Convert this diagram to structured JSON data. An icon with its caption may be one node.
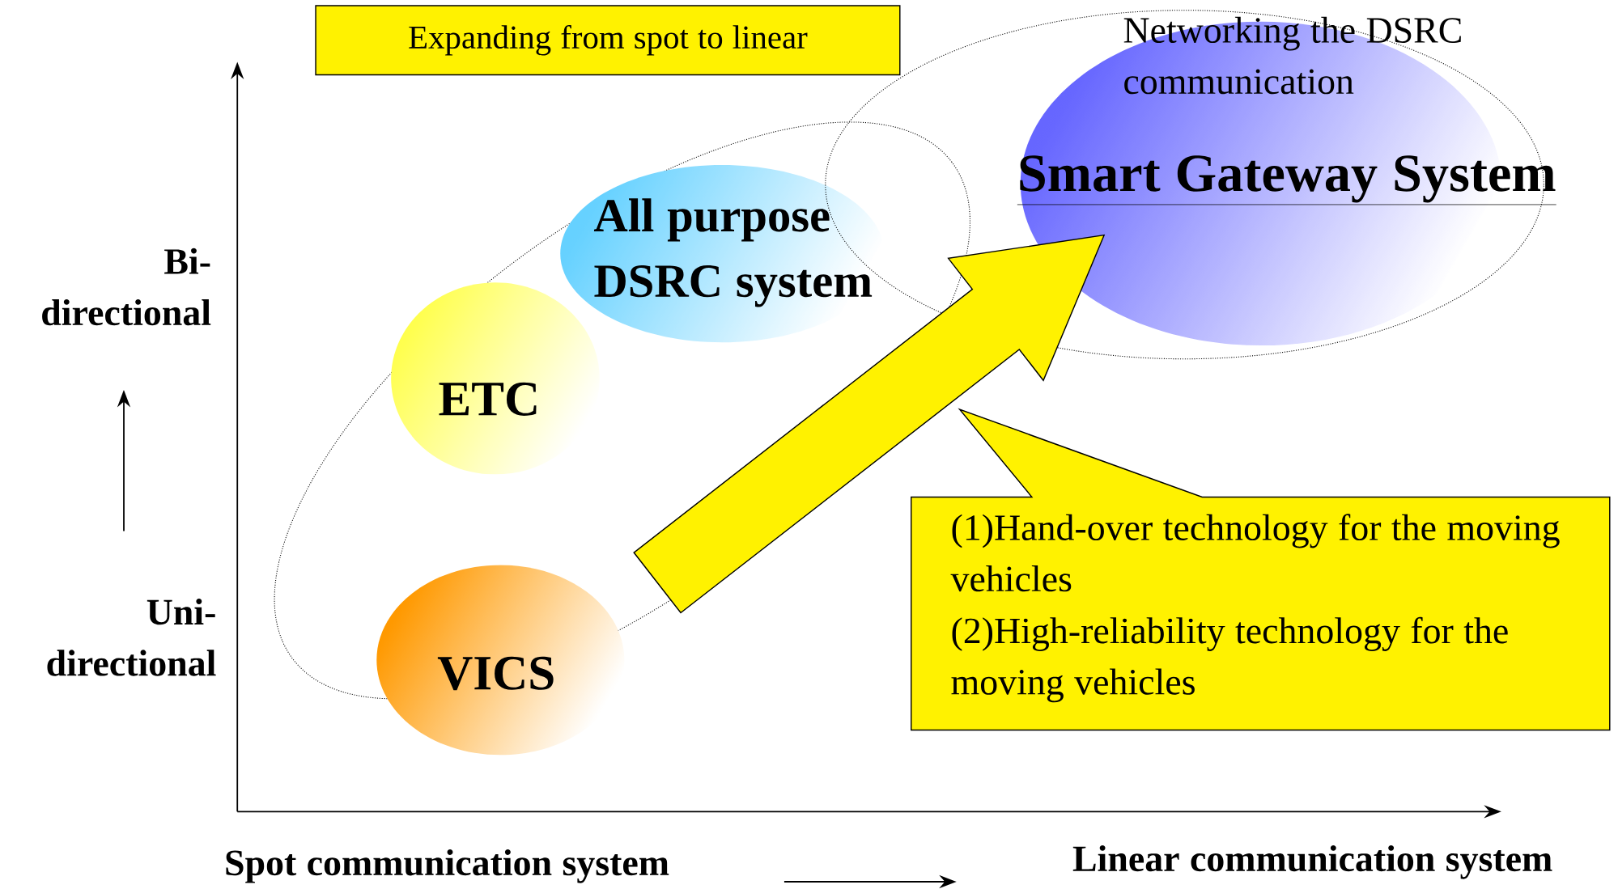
{
  "diagram": {
    "nodes": [
      {
        "text": [
          "Expanding from spot to linear"
        ]
      },
      {
        "text": [
          "Networking the DSRC communication"
        ]
      },
      {
        "text": [
          "Smart Gateway System"
        ],
        "in": 1
      },
      {
        "text": [
          "All purpose DSRC system"
        ]
      },
      {
        "text": [
          "ETC"
        ]
      },
      {
        "text": [
          "VICS"
        ]
      },
      {
        "text": [
          "(1)Hand-over technology for the moving vehicles",
          "(2)High-reliability technology for the moving vehicles"
        ]
      }
    ],
    "edges": [
      {
        "from": null,
        "to": 2,
        "arrow": "to"
      }
    ],
    "labels": [
      "Bi- directional",
      "Uni- directional",
      "Spot communication system",
      "Linear communication system"
    ]
  }
}
